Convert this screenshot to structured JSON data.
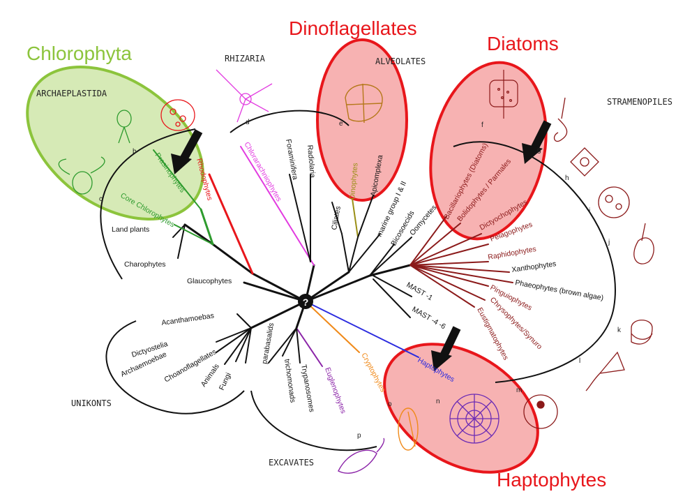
{
  "highlight_titles": {
    "chlorophyta": "Chlorophyta",
    "dinoflagellates": "Dinoflagellates",
    "diatoms": "Diatoms",
    "haptophytes": "Haptophytes"
  },
  "supergroups": {
    "archaeplastida": "ARCHAEPLASTIDA",
    "rhizaria": "RHIZARIA",
    "alveolates": "ALVEOLATES",
    "stramenopiles": "STRAMENOPILES",
    "unikonts": "UNIKONTS",
    "excavates": "EXCAVATES"
  },
  "center_symbol": "?",
  "taxa": {
    "prasinophytes": "Prasinophytes",
    "rhodophytes": "Rhodophytes",
    "core_chlorophytes": "Core Chlorophytes",
    "land_plants": "Land plants",
    "charophytes": "Charophytes",
    "glaucophytes": "Glaucophytes",
    "chlorarachniophytes": "Chlorarachniophytes",
    "foraminifera": "Foraminifera",
    "radiolaria": "Radiolaria",
    "ciliates": "Ciliates",
    "dinophytes": "Dinophytes",
    "apicomplexa": "Apicomplexa",
    "marine_group": "marine group I & II",
    "bicosoecids": "Bicosoecids",
    "oomycetes": "Oomycetes",
    "mast1": "MAST -1",
    "mast46": "MAST -4 -6",
    "diatoms_taxon": "Bacillariophytes (Diatoms)",
    "bolidophytes": "Bolidophytes / Parmales",
    "dictyochophytes": "Dictyochophytes",
    "pelagophytes": "Pelagophytes",
    "raphidophytes": "Raphidophytes",
    "xanthophytes": "Xanthophytes",
    "phaeophytes": "Phaeophytes (brown algae)",
    "pinguiophytes": "Pinguiophytes",
    "chrysophytes": "Chrysophytes/Synuro",
    "eustigmatophytes": "Eustigmatophytes",
    "haptophytes_taxon": "Haptophytes",
    "cryptophytes": "Cryptophytes",
    "euglenophytes": "Euglenophytes",
    "trypanosomes": "Trypanosomes",
    "trichomonads": "trichomonads",
    "parabasalids": "parabasalids",
    "acanthamoebas": "Acanthamoebas",
    "dictyostelia": "Dictyostelia",
    "archaemoebae": "Archaemoebae",
    "choanoflagellates": "Choanoflagellates",
    "animals": "Animals",
    "fungi": "Fungi"
  },
  "figure_letters": [
    "b",
    "c",
    "d",
    "e",
    "f",
    "g",
    "h",
    "i",
    "j",
    "k",
    "l",
    "m",
    "n",
    "o",
    "p"
  ],
  "colors": {
    "highlight_red_fill": "#f6a5a5",
    "highlight_red_stroke": "#e8161b",
    "highlight_green_fill": "#cfe6a9",
    "highlight_green_stroke": "#8cc43c",
    "title_red": "#e8161b",
    "title_green": "#8cc43c",
    "green_clade": "#2e9b2e",
    "red_algae": "#e8161b",
    "magenta": "#e23be0",
    "olive": "#9a8f16",
    "stramenopile_brown": "#8b1a1a",
    "haptophyte_blue": "#2b2bdf",
    "crypto_orange": "#f08a1a",
    "euglena_purple": "#8b24a8",
    "black": "#111111"
  }
}
